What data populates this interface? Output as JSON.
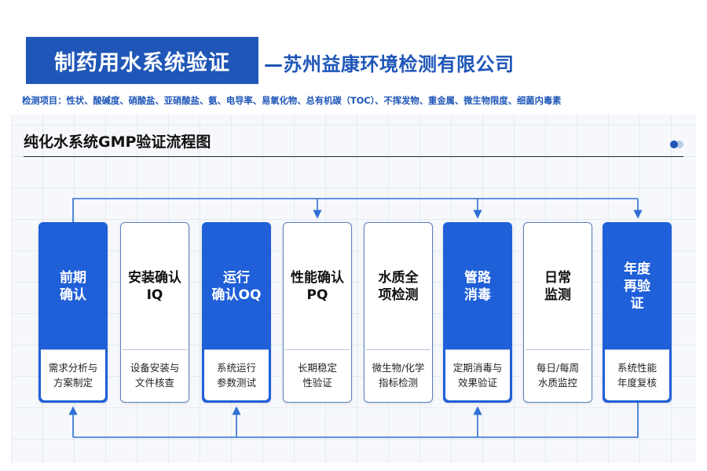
{
  "header": {
    "title": "制药用水系统验证",
    "company": "—苏州益康环境检测有限公司",
    "test_items": "检测项目：性状、酸碱度、硝酸盐、亚硝酸盐、氨、电导率、易氧化物、总有机碳（TOC）、不挥发物、重金属、微生物限度、细菌内毒素"
  },
  "diagram": {
    "title": "纯化水系统GMP验证流程图",
    "steps": [
      {
        "title": "前期\n确认",
        "desc": "需求分析与\n方案制定",
        "style": "blue"
      },
      {
        "title": "安装确认\nIQ",
        "desc": "设备安装与\n文件核查",
        "style": "white"
      },
      {
        "title": "运行\n确认OQ",
        "desc": "系统运行\n参数测试",
        "style": "blue"
      },
      {
        "title": "性能确认\nPQ",
        "desc": "长期稳定\n性验证",
        "style": "white"
      },
      {
        "title": "水质全\n项检测",
        "desc": "微生物/化学\n指标检测",
        "style": "white"
      },
      {
        "title": "管路\n消毒",
        "desc": "定期消毒与\n效果验证",
        "style": "blue"
      },
      {
        "title": "日常\n监测",
        "desc": "每日/每周\n水质监控",
        "style": "white"
      },
      {
        "title": "年度\n再验\n证",
        "desc": "系统性能\n年度复核",
        "style": "blue"
      }
    ]
  },
  "colors": {
    "primary": "#1f56b8",
    "card_blue": "#1f5fd8",
    "line": "#2f6fd6"
  }
}
